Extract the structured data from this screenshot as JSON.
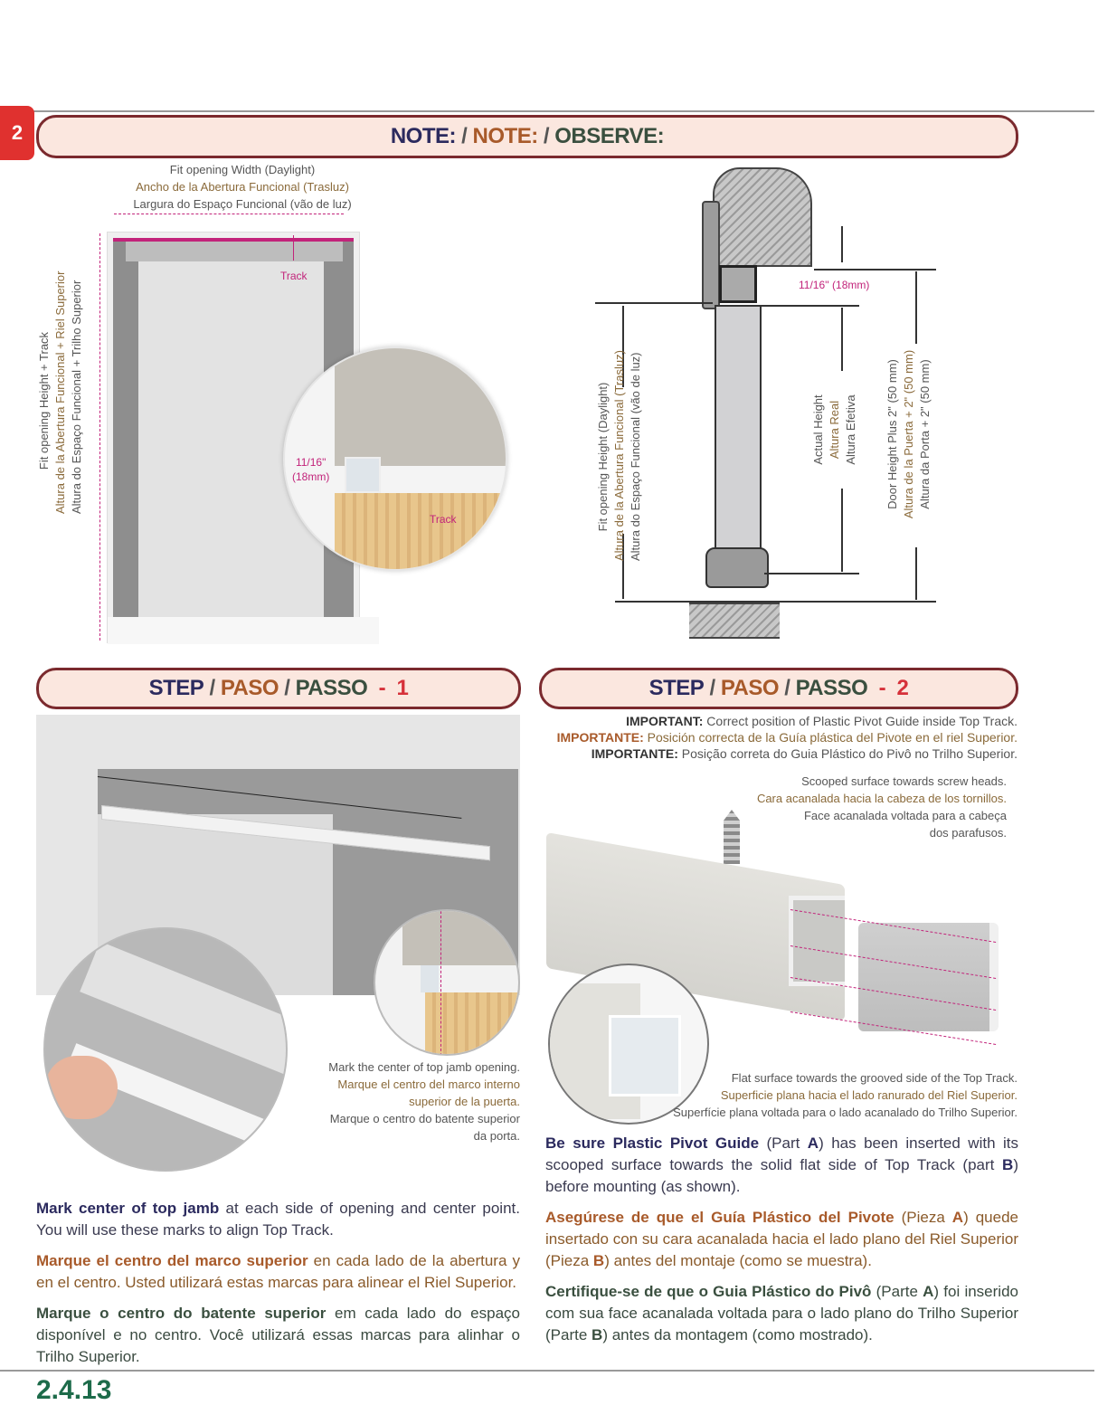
{
  "page": {
    "tab_number": "2",
    "page_number": "2.4.13"
  },
  "note_banner": {
    "en": "NOTE:",
    "sep1": " / ",
    "es": "NOTE:",
    "sep2": " / ",
    "pt": "OBSERVE:"
  },
  "figure_opening": {
    "width_label": {
      "en": "Fit opening Width (Daylight)",
      "es": "Ancho de la Abertura Funcional (Trasluz)",
      "pt": "Largura do Espaço Funcional (vão de luz)"
    },
    "height_label": {
      "en": "Fit opening Height  +  Track",
      "es": "Altura de la Abertura Funcional  +  Riel Superior",
      "pt": "Altura do Espaço Funcional  +  Trilho Superior"
    },
    "track_label": "Track",
    "detail": {
      "dimension_in": "11/16\"",
      "dimension_mm": "(18mm)",
      "track_label": "Track"
    }
  },
  "figure_section": {
    "gap_label": "11/16'' (18mm)",
    "opening_height": {
      "en": "Fit opening Height (Daylight)",
      "es": "Altura de la Abertura Funcional (Trasluz)",
      "pt": "Altura do Espaço Funcional (vão de luz)"
    },
    "actual_height": {
      "en": "Actual Height",
      "es": "Altura Real",
      "pt": "Altura Efetiva"
    },
    "door_height": {
      "en": "Door Height Plus 2\"  (50 mm)",
      "es": "Altura de la Puerta +  2\"  (50 mm)",
      "pt": "Altura da Porta +  2\"  (50 mm)"
    }
  },
  "step1": {
    "banner": {
      "en": "STEP",
      "es": "PASO",
      "pt": "PASSO",
      "num": "1"
    },
    "callout": {
      "en": "Mark the center of top jamb opening.",
      "es1": "Marque el centro del marco interno",
      "es2": "superior de la puerta.",
      "pt1": "Marque o centro do batente superior",
      "pt2": "da porta."
    },
    "instructions": {
      "en_bold": "Mark center of top jamb",
      "en_rest": " at each side of opening and center point. You will use these marks to align Top Track.",
      "es_bold": "Marque el centro del marco superior",
      "es_rest": " en cada lado de la abertura y en el centro. Usted utilizará estas marcas para alinear el Riel Superior.",
      "pt_bold": "Marque o centro do batente superior",
      "pt_rest": " em cada lado do espaço disponível e no centro. Você utilizará essas marcas para alinhar o Trilho Superior."
    }
  },
  "step2": {
    "banner": {
      "en": "STEP",
      "es": "PASO",
      "pt": "PASSO",
      "num": "2"
    },
    "important": {
      "en_bold": "IMPORTANT:",
      "en_rest": " Correct position of Plastic Pivot Guide inside Top Track.",
      "es_bold": "IMPORTANTE:",
      "es_rest": " Posición correcta de la Guía plástica del Pivote en el riel Superior.",
      "pt_bold": "IMPORTANTE:",
      "pt_rest": " Posição correta do Guia Plástico do Pivô no Trilho Superior."
    },
    "scooped_callout": {
      "en": "Scooped surface towards screw heads.",
      "es": "Cara acanalada hacia la cabeza de los tornillos.",
      "pt1": "Face acanalada voltada para a cabeça",
      "pt2": "dos parafusos."
    },
    "flat_callout": {
      "en": "Flat surface towards the grooved side of the Top Track.",
      "es": "Superficie plana hacia el lado ranurado del Riel Superior.",
      "pt": "Superfície plana voltada para o lado acanalado do Trilho Superior."
    },
    "instructions": {
      "en_bold": "Be sure Plastic Pivot Guide",
      "en_a": " (Part ",
      "en_A": "A",
      "en_b": ") has been inserted with its scooped surface towards the solid flat side of Top Track (part ",
      "en_B": "B",
      "en_c": ") before mounting (as shown).",
      "es_bold": "Asegúrese de que el Guía Plástico del Pivote",
      "es_a": " (Pieza ",
      "es_A": "A",
      "es_b": ") quede insertado con su cara acanalada hacia el lado plano del Riel Superior (Pieza ",
      "es_B": "B",
      "es_c": ") antes del montaje (como se muestra).",
      "pt_bold": "Certifique-se de que o Guia Plástico do Pivô",
      "pt_a": " (Parte ",
      "pt_A": "A",
      "pt_b": ") foi inserido com sua face acanalada voltada para o lado plano do Trilho Superior (Parte ",
      "pt_B": "B",
      "pt_c": ") antes da montagem (como mostrado)."
    }
  },
  "colors": {
    "navy": "#2b2a5e",
    "brown": "#a85a2a",
    "green": "#3a4f3f",
    "red": "#d6313a",
    "banner_bg": "#fbe7df",
    "banner_border": "#7b2a2e",
    "page_number": "#1d6b4a"
  }
}
